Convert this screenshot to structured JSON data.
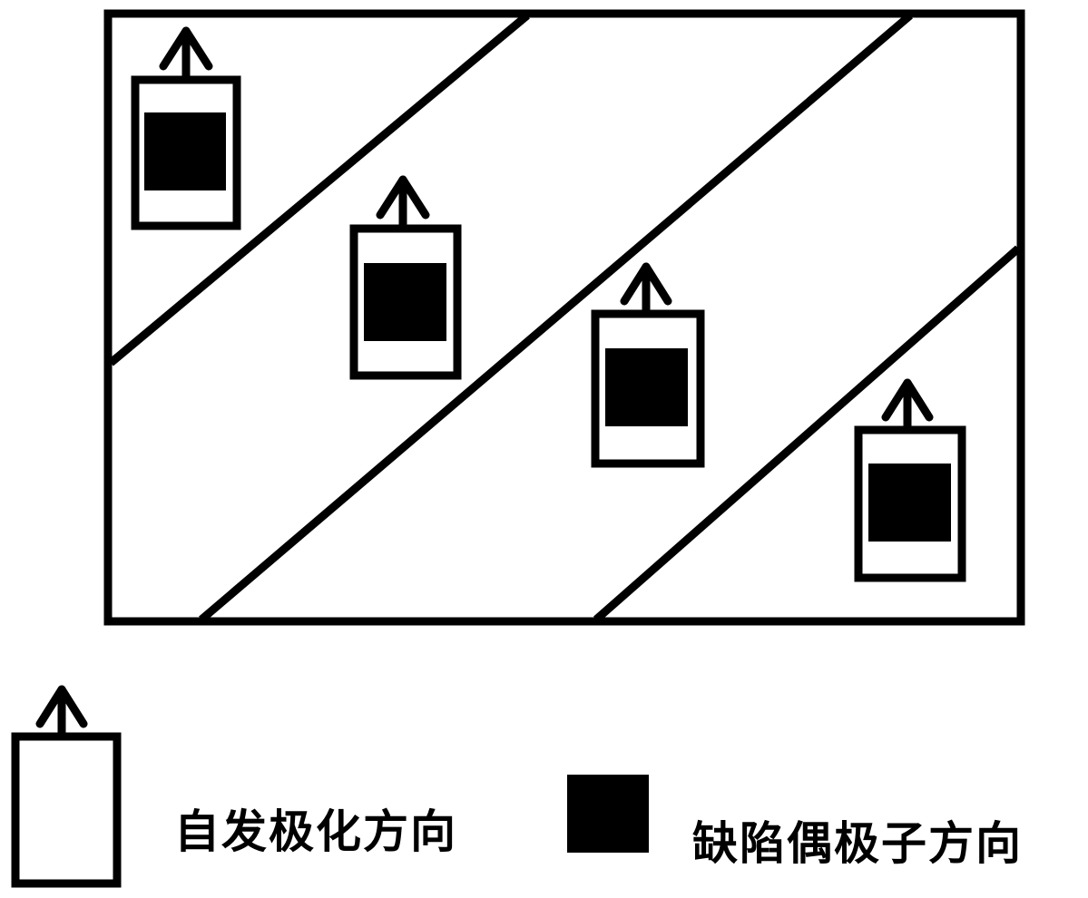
{
  "colors": {
    "stroke": "#000000",
    "fill": "#000000",
    "background": "#ffffff"
  },
  "diagram": {
    "domain_count": 4,
    "cell_count": 4,
    "cell_icon": "polarization-arrow-icon",
    "defect_icon": "defect-dipole-square-icon"
  },
  "legend": {
    "polarization_label": "自发极化方向",
    "defect_label": "缺陷偶极子方向"
  }
}
